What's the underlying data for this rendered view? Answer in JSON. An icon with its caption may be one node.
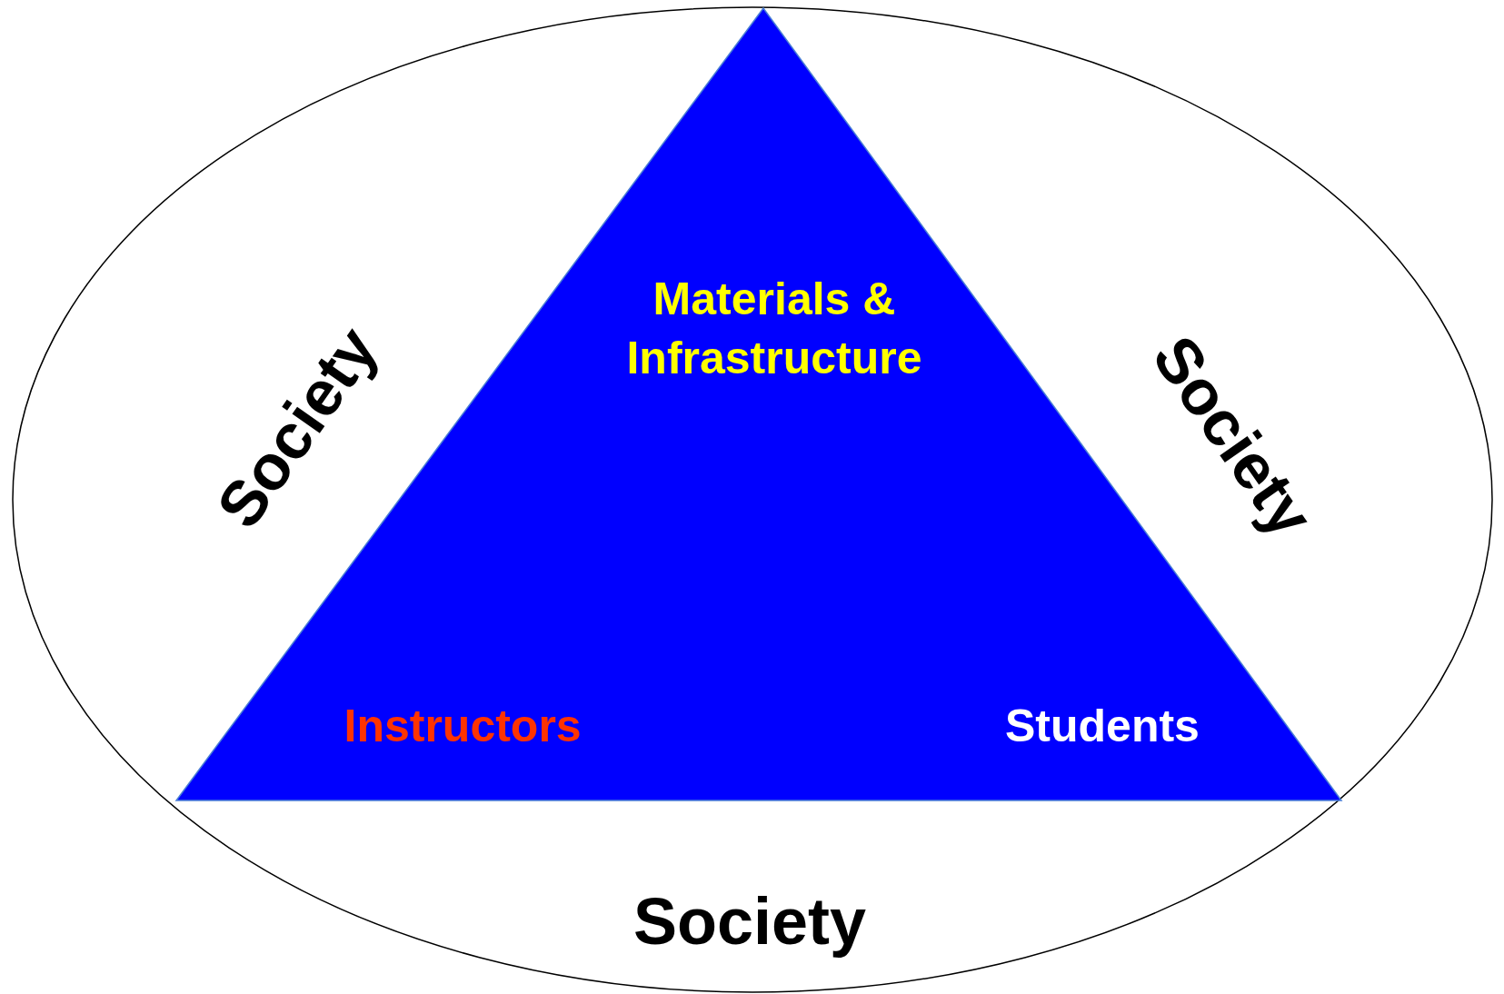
{
  "diagram": {
    "nodes": [
      {
        "text": [
          "Society",
          "Society",
          "Society"
        ]
      },
      {
        "text": [
          "Materials & Infrastructure",
          "Instructors",
          "Students"
        ],
        "in": 0
      }
    ]
  }
}
